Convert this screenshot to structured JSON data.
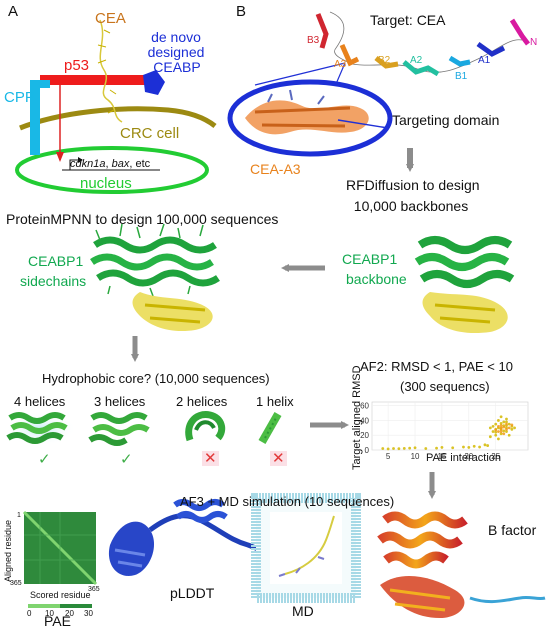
{
  "panel_a": {
    "letter": "A",
    "cea": "CEA",
    "de_novo_line1": "de novo",
    "de_novo_line2": "designed",
    "ceabp": "CEABP",
    "p53": "p53",
    "cpp": "CPP",
    "crc_cell": "CRC cell",
    "genes_italic_1": "cdkn1a",
    "genes_sep": ", ",
    "genes_italic_2": "bax",
    "genes_rest": ", etc",
    "nucleus": "nucleus"
  },
  "panel_b": {
    "letter": "B",
    "target": "Target: CEA",
    "domain_labels": [
      "B3",
      "A3",
      "B2",
      "A2",
      "B1",
      "A1",
      "N"
    ],
    "targeting_domain": "Targeting domain",
    "cea_a3": "CEA-A3",
    "rfdiffusion_line1": "RFDiffusion to design",
    "rfdiffusion_line2": "10,000 backbones"
  },
  "middle": {
    "proteinmpnn": "ProteinMPNN to design 100,000 sequences",
    "ceabp1_left": "CEABP1",
    "sidechains": "sidechains",
    "ceabp1_right": "CEABP1",
    "backbone": "backbone",
    "hydrophobic": "Hydrophobic core? (10,000 sequences)",
    "helices": [
      {
        "label": "4 helices",
        "mark": "✓",
        "ok": true
      },
      {
        "label": "3 helices",
        "mark": "✓",
        "ok": true
      },
      {
        "label": "2 helices",
        "mark": "✕",
        "ok": false
      },
      {
        "label": "1 helix",
        "mark": "✕",
        "ok": false
      }
    ],
    "af2_line1": "AF2: RMSD < 1, PAE < 10",
    "af2_line2": "(300 sequencs)"
  },
  "chart_data": {
    "type": "scatter",
    "xlabel": "PAE interaction",
    "ylabel": "Target aligned RMSD",
    "xlim": [
      2,
      31
    ],
    "ylim": [
      0,
      65
    ],
    "x_ticks": [
      5,
      10,
      15,
      20,
      25
    ],
    "y_ticks": [
      0,
      20,
      40,
      60
    ],
    "grid": true,
    "series": [
      {
        "color": "#d4b800",
        "points": [
          [
            4,
            2
          ],
          [
            5,
            1.5
          ],
          [
            6,
            2
          ],
          [
            7,
            1.8
          ],
          [
            8,
            2.2
          ],
          [
            9,
            2.5
          ],
          [
            10,
            3
          ],
          [
            12,
            2
          ],
          [
            14,
            2.5
          ],
          [
            15,
            3.5
          ],
          [
            17,
            3
          ],
          [
            19,
            4
          ],
          [
            20,
            3.5
          ],
          [
            21,
            5
          ],
          [
            22,
            4
          ],
          [
            23,
            7
          ],
          [
            23.5,
            6
          ],
          [
            24,
            18
          ],
          [
            24,
            30
          ],
          [
            24.5,
            25
          ],
          [
            25,
            35
          ],
          [
            25,
            20
          ],
          [
            25.5,
            40
          ],
          [
            25.5,
            15
          ],
          [
            26,
            28
          ],
          [
            26,
            45
          ],
          [
            26,
            22
          ],
          [
            26.5,
            33
          ],
          [
            26.5,
            38
          ],
          [
            27,
            30
          ],
          [
            27,
            25
          ],
          [
            27,
            42
          ],
          [
            27.5,
            35
          ],
          [
            27.5,
            20
          ],
          [
            28,
            28
          ],
          [
            28,
            32
          ],
          [
            25,
            28
          ],
          [
            26,
            30
          ],
          [
            27,
            33
          ],
          [
            26.5,
            26
          ],
          [
            25.5,
            30
          ],
          [
            24.5,
            32
          ],
          [
            28.5,
            30
          ],
          [
            26,
            36
          ],
          [
            25,
            24
          ],
          [
            27,
            38
          ]
        ]
      },
      {
        "color": "#f29a1a",
        "points": [
          [
            25,
            27
          ],
          [
            26,
            29
          ],
          [
            26.5,
            31
          ],
          [
            27,
            28
          ],
          [
            27.5,
            30
          ],
          [
            26,
            33
          ],
          [
            25.5,
            25
          ],
          [
            28,
            34
          ],
          [
            26,
            25
          ],
          [
            27,
            35
          ],
          [
            25.5,
            32
          ],
          [
            26.5,
            22
          ]
        ]
      }
    ]
  },
  "bottom": {
    "af3_md": "AF3 +  MD simulation (10 sequences)",
    "aligned_residue": "Aligned residue",
    "scored_residue": "Scored residue",
    "pae_y_top": "1",
    "pae_y_bottom": "365",
    "pae_x_right": "365",
    "pae_colorbar": [
      "0",
      "10",
      "20",
      "30"
    ],
    "pae": "PAE",
    "plddt": "pLDDT",
    "md": "MD",
    "b_factor": "B factor"
  },
  "colors": {
    "cea": "#c8741c",
    "ceabp": "#1c2fd6",
    "p53": "#ee1c1c",
    "cpp": "#19b8e6",
    "crc": "#9c8a12",
    "nucleus": "#22cc33",
    "green_text": "#11a84f",
    "arrow_gray": "#8c8c8c"
  }
}
